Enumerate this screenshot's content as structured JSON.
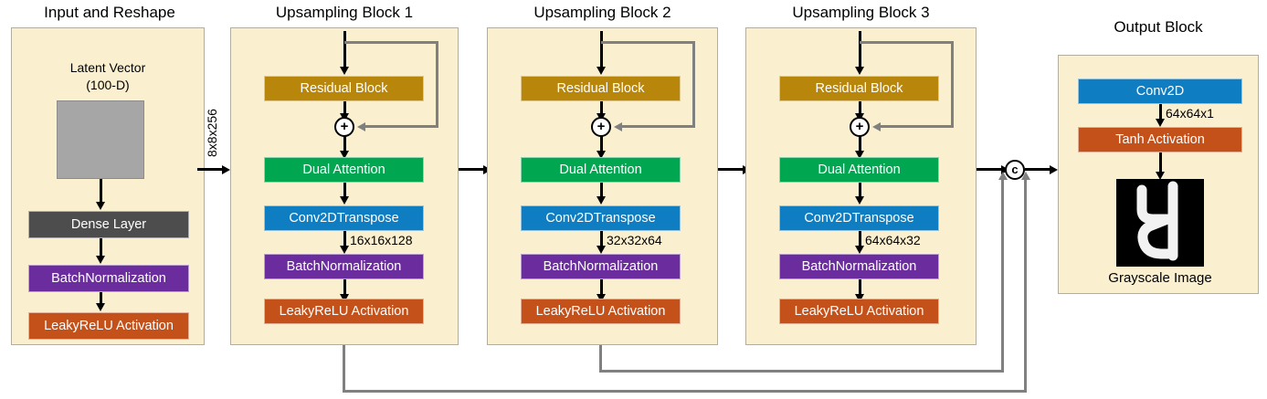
{
  "diagram": {
    "title_input": "Input and Reshape",
    "title_up1": "Upsampling Block 1",
    "title_up2": "Upsampling Block 2",
    "title_up3": "Upsampling Block 3",
    "title_output": "Output Block"
  },
  "input_block": {
    "latent_line1": "Latent Vector",
    "latent_line2": "(100-D)",
    "dense": "Dense Layer",
    "batchnorm": "BatchNormalization",
    "lrelu": "LeakyReLU Activation"
  },
  "edges": {
    "input_to_up1": "8x8x256",
    "up1_shape": "16x16x128",
    "up2_shape": "32x32x64",
    "up3_shape": "64x64x32",
    "output_shape": "64x64x1",
    "concat_symbol": "c",
    "add_symbol": "+"
  },
  "up_blocks": [
    {
      "residual": "Residual  Block",
      "attention": "Dual Attention",
      "conv": "Conv2DTranspose",
      "batchnorm": "BatchNormalization",
      "lrelu": "LeakyReLU Activation"
    },
    {
      "residual": "Residual  Block",
      "attention": "Dual Attention",
      "conv": "Conv2DTranspose",
      "batchnorm": "BatchNormalization",
      "lrelu": "LeakyReLU Activation"
    },
    {
      "residual": "Residual  Block",
      "attention": "Dual Attention",
      "conv": "Conv2DTranspose",
      "batchnorm": "BatchNormalization",
      "lrelu": "LeakyReLU Activation"
    }
  ],
  "output_block": {
    "conv2d": "Conv2D",
    "tanh": "Tanh Activation",
    "caption": "Grayscale Image"
  },
  "colors": {
    "panel": "#faefcf",
    "dense": "#4d4d4d",
    "batchnorm": "#6b2d9e",
    "lrelu": "#c4511a",
    "residual": "#b8860b",
    "attention": "#00a650",
    "conv": "#0f7dc2",
    "tanh": "#c4511a",
    "skip": "#808080",
    "arrow": "#000000"
  }
}
